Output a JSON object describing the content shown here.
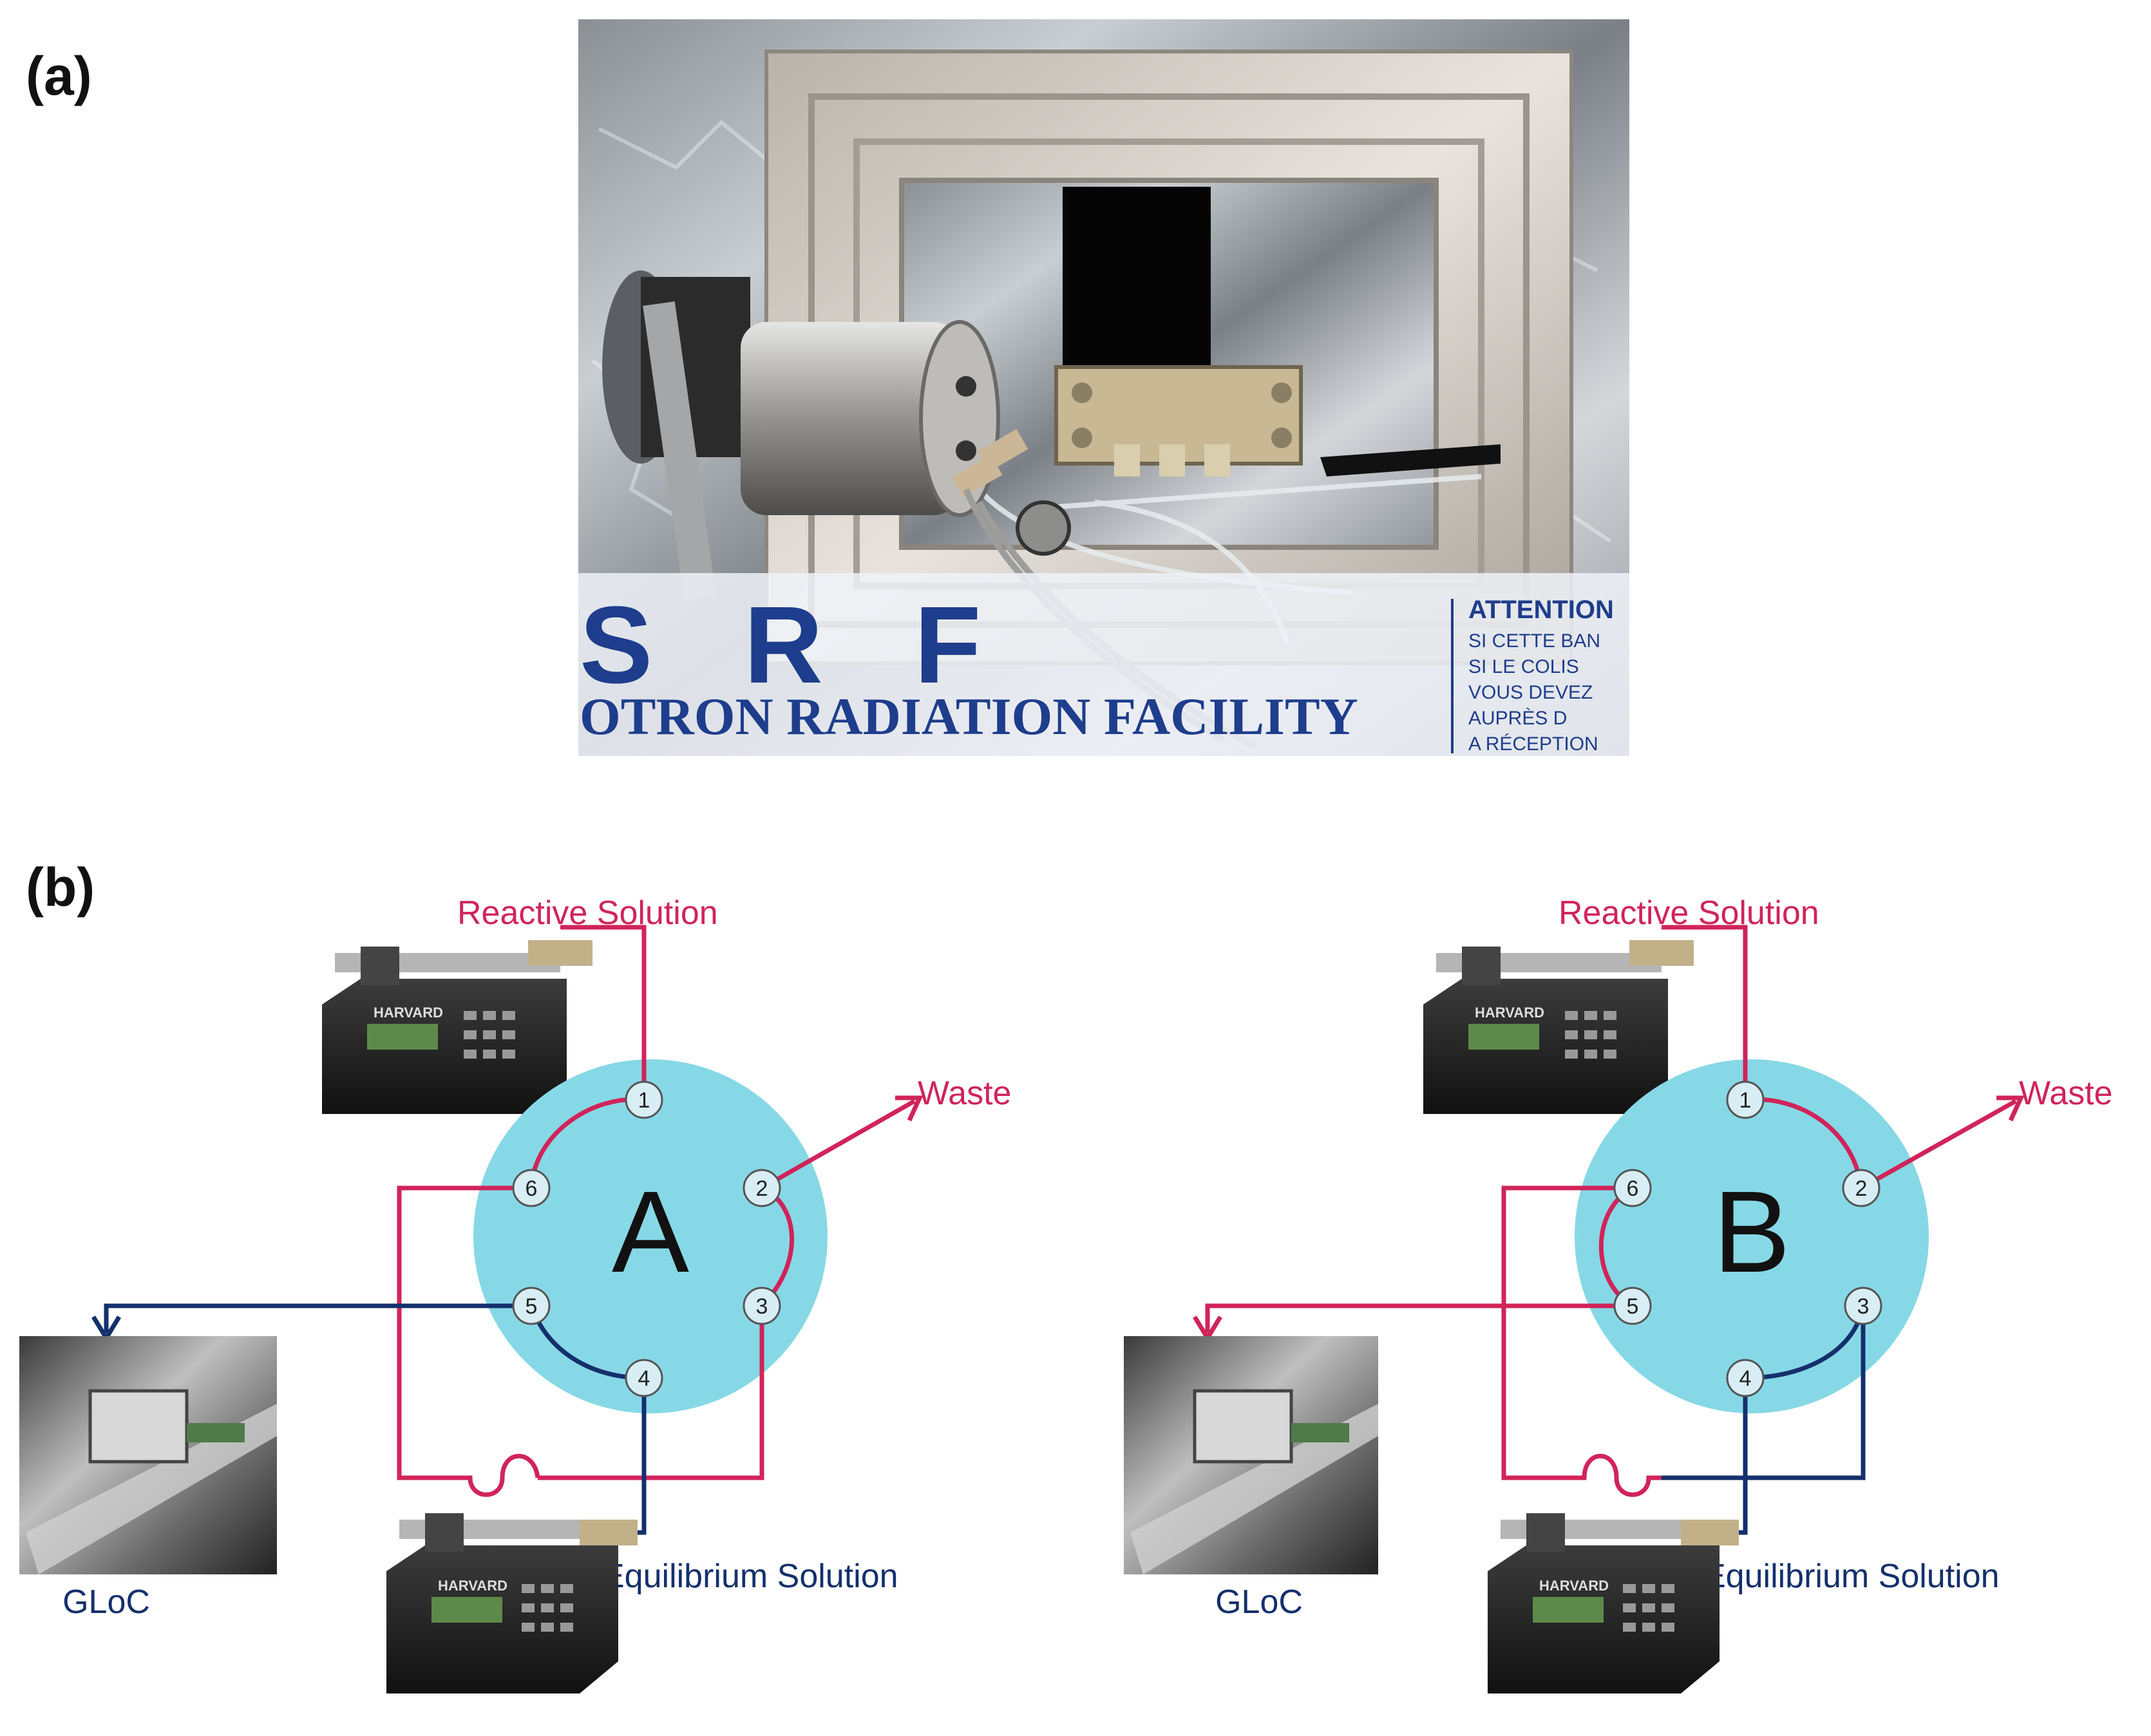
{
  "panels": {
    "a": {
      "label": "(a)",
      "photo_texts": {
        "big_letters": "S   R   F",
        "facility": "OTRON RADIATION FACILITY",
        "warning": [
          "ATTENTION",
          "SI CETTE BAN",
          "SI LE COLIS",
          "VOUS DEVEZ",
          "AUPRÈS D",
          "A RÉCEPTION"
        ]
      }
    },
    "b": {
      "label": "(b)",
      "diagrams": [
        {
          "valve_letter": "A",
          "reactive_label": "Reactive Solution",
          "waste_label": "Waste",
          "equilibrium_label": "Equilibrium Solution",
          "gloc_label": "GLoC",
          "ports": [
            "1",
            "2",
            "3",
            "4",
            "5",
            "6"
          ]
        },
        {
          "valve_letter": "B",
          "reactive_label": "Reactive Solution",
          "waste_label": "Waste",
          "equilibrium_label": "Equilibrium Solution",
          "gloc_label": "GLoC",
          "ports": [
            "1",
            "2",
            "3",
            "4",
            "5",
            "6"
          ]
        }
      ],
      "pump_brand": "HARVARD"
    }
  },
  "colors": {
    "reactive": "#d0245a",
    "equilibrium": "#14306c",
    "valve": "#87d8e6",
    "port_fill": "#d8eef4"
  }
}
